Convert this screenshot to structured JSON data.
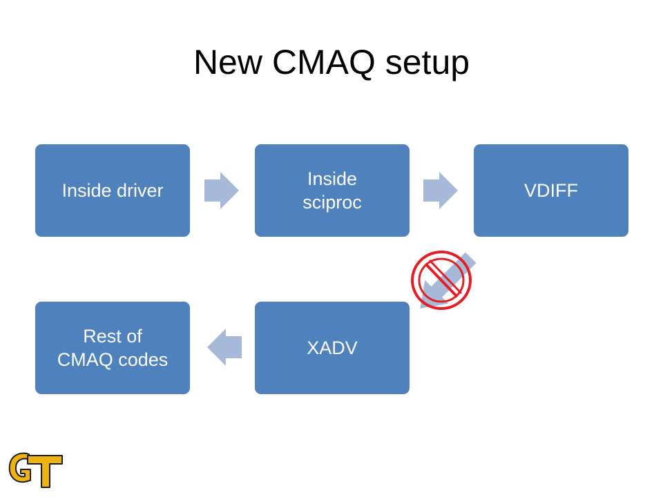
{
  "slide": {
    "title": "New CMAQ setup"
  },
  "flow": {
    "steps": [
      {
        "label": "Inside  driver"
      },
      {
        "label": "Inside\nsciproc"
      },
      {
        "label": "VDIFF"
      },
      {
        "label": "XADV"
      },
      {
        "label": "Rest of\nCMAQ codes"
      }
    ],
    "arrows": [
      {
        "from": "Inside  driver",
        "to": "Inside\nsciproc",
        "direction": "right"
      },
      {
        "from": "Inside\nsciproc",
        "to": "VDIFF",
        "direction": "right"
      },
      {
        "from": "VDIFF",
        "to": "XADV",
        "direction": "down-left",
        "blocked": true
      },
      {
        "from": "XADV",
        "to": "Rest of\nCMAQ codes",
        "direction": "left"
      }
    ]
  },
  "colors": {
    "box_fill": "#4f81bd",
    "box_text": "#ffffff",
    "arrow_fill": "#a7b9d9",
    "prohibited_sign": "#e31e24",
    "logo_gold": "#eeb211",
    "logo_outline": "#1a1a1a"
  },
  "icons": {
    "blocked_link": "prohibited-icon",
    "logo": "gt-logo"
  }
}
